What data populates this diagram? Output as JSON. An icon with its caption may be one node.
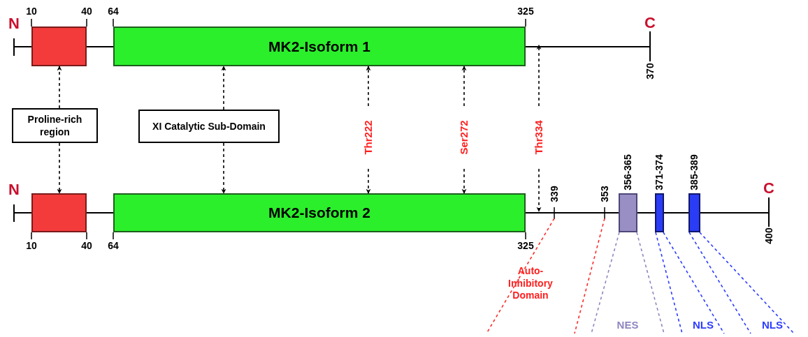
{
  "diagram": {
    "nodes": [
      {
        "text": [],
        "shape": "box",
        "beside": [
          "10",
          "40"
        ]
      },
      {
        "text": [
          "MK2-Isoform 1"
        ],
        "beside": [
          "64",
          "325"
        ]
      },
      {
        "text": [],
        "shape": "box",
        "beside": [
          "10",
          "40"
        ]
      },
      {
        "text": [
          "MK2-Isoform 2"
        ],
        "beside": [
          "64",
          "325"
        ]
      },
      {
        "text": [
          "Proline-rich region"
        ]
      },
      {
        "text": [
          "XI Catalytic Sub-Domain"
        ]
      },
      {
        "text": [
          "Thr222"
        ]
      },
      {
        "text": [
          "Ser272"
        ]
      },
      {
        "text": [
          "Thr334"
        ]
      },
      {
        "text": [],
        "shape": "box"
      },
      {
        "text": [],
        "shape": "box"
      },
      {
        "text": [],
        "shape": "box"
      },
      {
        "text": [
          "Auto-Inhibitory Domain"
        ]
      },
      {
        "text": [
          "NES"
        ]
      },
      {
        "text": [
          "NLS"
        ]
      },
      {
        "text": [
          "NLS"
        ]
      }
    ],
    "edges": [
      {
        "from": 4,
        "to": 0,
        "arrow": "to",
        "style": "dashed"
      },
      {
        "from": 4,
        "to": 2,
        "arrow": "to",
        "style": "dashed"
      },
      {
        "from": 5,
        "to": 1,
        "arrow": "to",
        "style": "dashed"
      },
      {
        "from": 5,
        "to": 3,
        "arrow": "to",
        "style": "dashed"
      },
      {
        "from": 6,
        "to": 1,
        "arrow": "to",
        "style": "dashed"
      },
      {
        "from": 6,
        "to": 3,
        "arrow": "to",
        "style": "dashed"
      },
      {
        "from": 7,
        "to": 1,
        "arrow": "to",
        "style": "dashed"
      },
      {
        "from": 7,
        "to": 3,
        "arrow": "to",
        "style": "dashed"
      },
      {
        "from": 8,
        "to": 1,
        "arrow": "to",
        "style": "dashed"
      },
      {
        "from": 8,
        "to": 3,
        "arrow": "to",
        "style": "dashed"
      },
      {
        "from": null,
        "to": 12,
        "arrow": "none",
        "style": "dashed",
        "color": "#ff2a2a"
      },
      {
        "from": null,
        "to": 12,
        "arrow": "none",
        "style": "dashed",
        "color": "#ff2a2a"
      },
      {
        "from": 9,
        "to": 13,
        "arrow": "none",
        "style": "dashed",
        "color": "#8f86c0"
      },
      {
        "from": 9,
        "to": 13,
        "arrow": "none",
        "style": "dashed",
        "color": "#8f86c0"
      },
      {
        "from": 10,
        "to": 14,
        "arrow": "none",
        "style": "dashed",
        "color": "#2b3cff"
      },
      {
        "from": 10,
        "to": 14,
        "arrow": "none",
        "style": "dashed",
        "color": "#2b3cff"
      },
      {
        "from": 11,
        "to": 15,
        "arrow": "none",
        "style": "dashed",
        "color": "#2b3cff"
      },
      {
        "from": 11,
        "to": 15,
        "arrow": "none",
        "style": "dashed",
        "color": "#2b3cff"
      }
    ],
    "labels": [
      "N",
      "C",
      "370",
      "N",
      "339",
      "353",
      "356-365",
      "371-374",
      "385-389",
      "C",
      "400"
    ]
  }
}
